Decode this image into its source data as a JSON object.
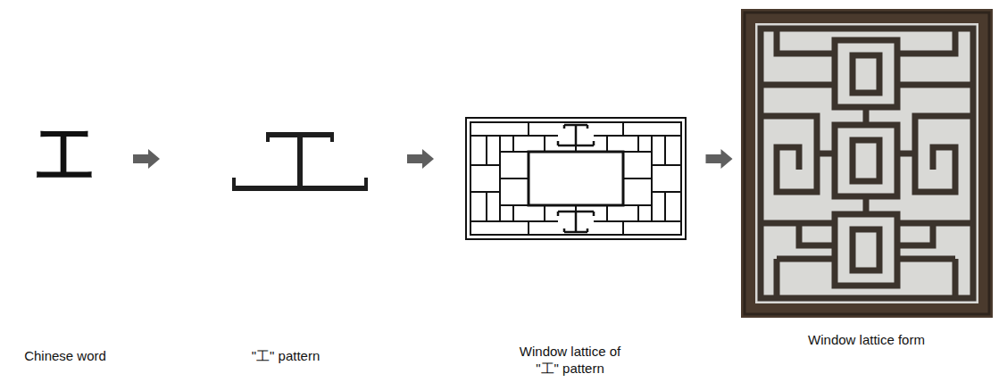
{
  "diagram": {
    "nodes": [
      {
        "text": [
          "工",
          "Chinese word"
        ]
      },
      {
        "text": [
          "\"工\" pattern"
        ]
      },
      {
        "text": [
          "Window lattice of \"工\" pattern"
        ]
      },
      {
        "text": [
          "Window lattice form"
        ]
      }
    ],
    "edges": [
      {
        "from": 0,
        "to": 1,
        "arrow": "to"
      },
      {
        "from": 1,
        "to": 2,
        "arrow": "to"
      },
      {
        "from": 2,
        "to": 3,
        "arrow": "to"
      }
    ]
  }
}
